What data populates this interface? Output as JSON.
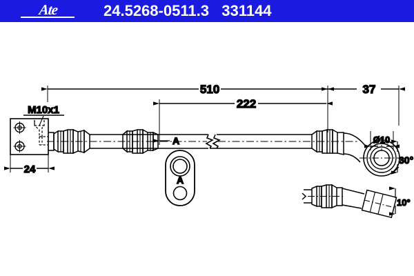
{
  "header": {
    "brand": "Ate",
    "brand_icon": "ate-logo",
    "part_number": "24.5268-0511.3",
    "reference_number": "331144",
    "codes_line": "24.5268-0511.3   331144",
    "background_color": "#1a1ae0",
    "text_color": "#ffffff"
  },
  "drawing": {
    "title": "brake-hose-technical-drawing",
    "line_color": "#000000",
    "background_color": "#ffffff",
    "labels": {
      "thread": "M10x1",
      "bracket_width": "24",
      "overall_length": "510",
      "inner_length": "222",
      "end_length": "37",
      "eye_diameter": "Ø10",
      "eye_angle": "30°",
      "detail_angle": "10°",
      "section_marker": "A",
      "section_label": "A"
    }
  }
}
